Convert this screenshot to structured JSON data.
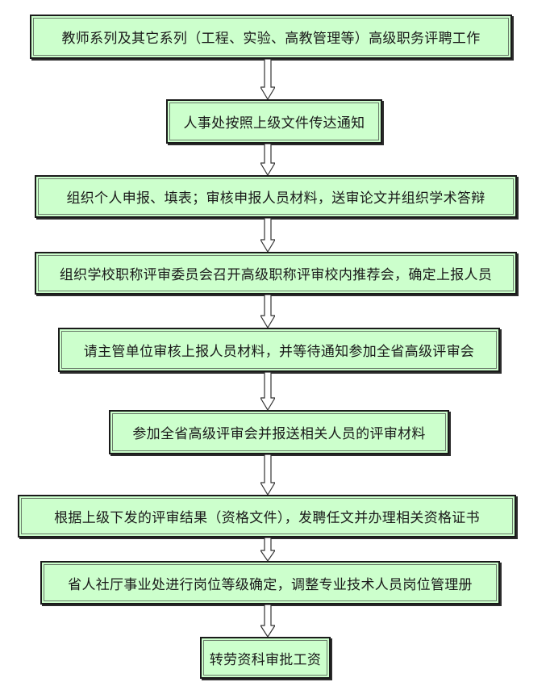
{
  "diagram": {
    "type": "flowchart",
    "direction": "top-to-bottom",
    "colors": {
      "box_fill": "#ccffcc",
      "box_border": "#1a1a1a",
      "arrow_fill": "#ffffff",
      "arrow_stroke": "#333333"
    },
    "steps": [
      {
        "label": "教师系列及其它系列（工程、实验、高教管理等）高级职务评聘工作"
      },
      {
        "label": "人事处按照上级文件传达通知"
      },
      {
        "label": "组织个人申报、填表；审核申报人员材料，送审论文并组织学术答辩"
      },
      {
        "label": "组织学校职称评审委员会召开高级职称评审校内推荐会，确定上报人员"
      },
      {
        "label": "请主管单位审核上报人员材料，并等待通知参加全省高级评审会"
      },
      {
        "label": "参加全省高级评审会并报送相关人员的评审材料"
      },
      {
        "label": "根据上级下发的评审结果（资格文件），发聘任文并办理相关资格证书"
      },
      {
        "label": "省人社厅事业处进行岗位等级确定，调整专业技术人员岗位管理册"
      },
      {
        "label": "转劳资科审批工资"
      }
    ],
    "edges": [
      {
        "from": 0,
        "to": 1
      },
      {
        "from": 1,
        "to": 2
      },
      {
        "from": 2,
        "to": 3
      },
      {
        "from": 3,
        "to": 4
      },
      {
        "from": 4,
        "to": 5
      },
      {
        "from": 5,
        "to": 6
      },
      {
        "from": 6,
        "to": 7
      },
      {
        "from": 7,
        "to": 8
      }
    ]
  }
}
